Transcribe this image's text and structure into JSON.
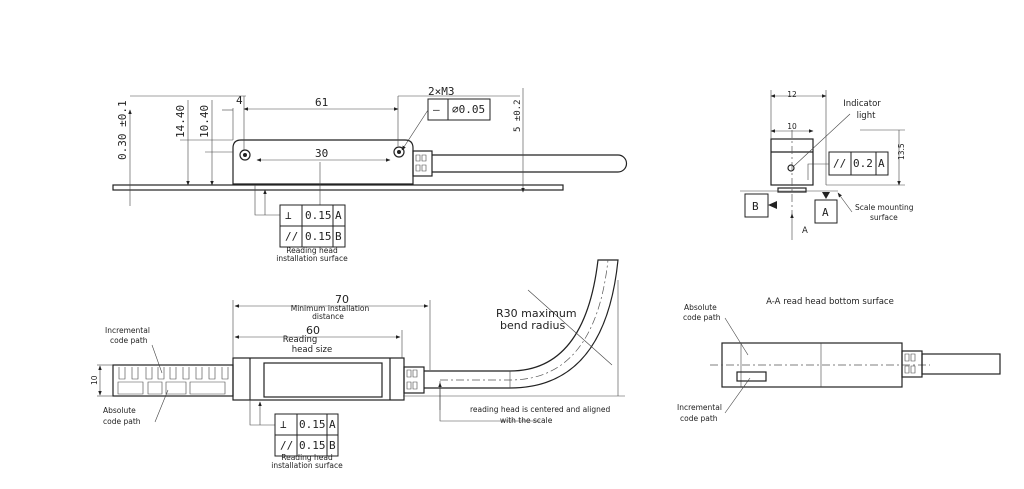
{
  "top_view": {
    "dim_61": "61",
    "dim_4": "4",
    "dim_30": "30",
    "dim_14_40": "14.40",
    "dim_10_40": "10.40",
    "dim_0_30": "0.30 ±0.1",
    "dim_5": "5 ±0.2",
    "thread": "2×M3",
    "flatness_symbol": "—",
    "flatness_value": "⌀0.05",
    "fcf": [
      {
        "symbol": "⊥",
        "value": "0.15",
        "datum": "A"
      },
      {
        "symbol": "//",
        "value": "0.15",
        "datum": "B"
      }
    ],
    "caption_1": "Reading head",
    "caption_2": "installation surface"
  },
  "side_view": {
    "dim_top": "12",
    "dim_10": "10",
    "dim_height": "13.5",
    "indicator_1": "Indicator",
    "indicator_2": "light",
    "fcf": {
      "symbol": "//",
      "value": "0.2",
      "datum": "A"
    },
    "datum_b": "B",
    "datum_a": "A",
    "section_arrow": "A",
    "mount_1": "Scale mounting",
    "mount_2": "surface"
  },
  "front_view": {
    "dim_70": "70",
    "min_1": "Minimum installation",
    "min_2": "distance",
    "dim_60": "60",
    "head_1": "Reading",
    "head_2": "head size",
    "dim_small": "10",
    "incr_1": "Incremental",
    "incr_2": "code path",
    "abs_1": "Absolute",
    "abs_2": "code path",
    "bend_1": "R30 maximum",
    "bend_2": "bend radius",
    "note_1": "reading head is centered and aligned",
    "note_2": "with the scale",
    "fcf": [
      {
        "symbol": "⊥",
        "value": "0.15",
        "datum": "A"
      },
      {
        "symbol": "//",
        "value": "0.15",
        "datum": "B"
      }
    ],
    "caption_1": "Reading head",
    "caption_2": "installation surface"
  },
  "bottom_view": {
    "title": "A-A read head bottom surface",
    "abs_1": "Absolute",
    "abs_2": "code path",
    "incr_1": "Incremental",
    "incr_2": "code path"
  }
}
